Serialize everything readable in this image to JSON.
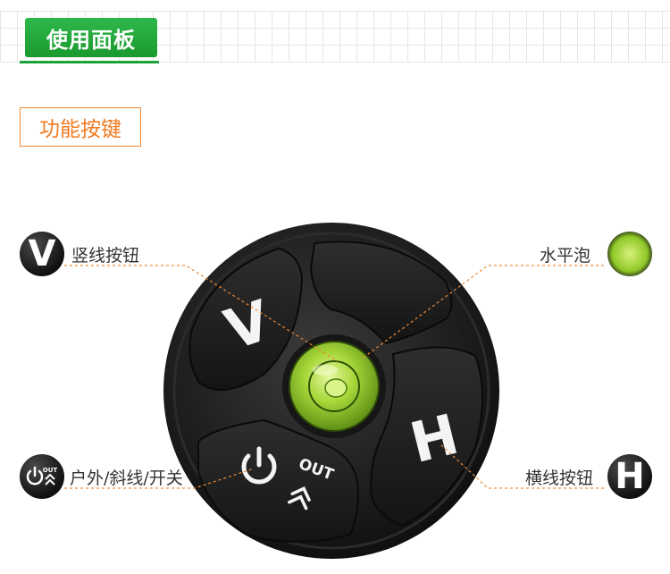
{
  "header": {
    "title": "使用面板"
  },
  "section": {
    "title": "功能按键"
  },
  "callouts": {
    "vertical": "竖线按钮",
    "bubble": "水平泡",
    "power": "户外/斜线/开关",
    "horizontal": "横线按钮"
  },
  "device": {
    "v_key": "V",
    "h_key": "H",
    "out_label": "OUT"
  },
  "colors": {
    "accent_green": "#1ea33a",
    "accent_orange": "#f07a20",
    "device_black": "#1c1c1c",
    "bubble_green": "#9ad02c"
  }
}
